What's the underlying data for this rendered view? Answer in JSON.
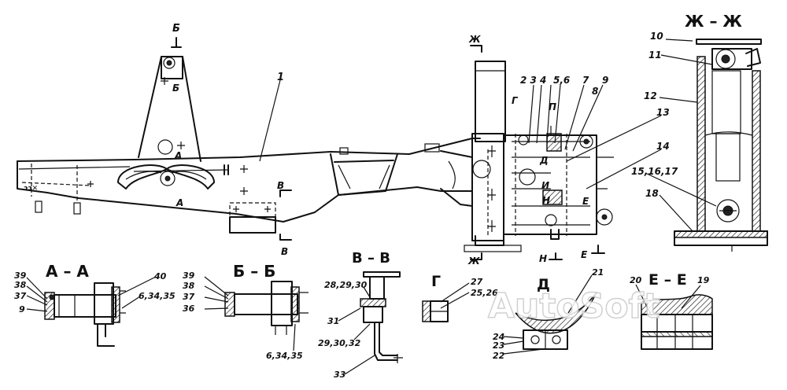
{
  "watermark": "AutoSoft",
  "section_titles": {
    "aa": "А – А",
    "bb": "Б – Б",
    "vv": "В – В",
    "g": "Г",
    "d": "Д",
    "ee": "Е – Е",
    "zhzh": "Ж – Ж"
  },
  "cut_marks": {
    "b_top": "Б",
    "b_mid": "Б",
    "a_top": "А",
    "a_bot": "А",
    "v_top": "В",
    "v_bot": "В",
    "zh_top": "Ж",
    "zh_bot": "Ж",
    "g": "Г",
    "p": "П",
    "d": "Д",
    "i": "И",
    "e_mid": "Е",
    "e_bot": "Е",
    "n_mid": "Н",
    "n_bot": "Н"
  },
  "callouts": {
    "c1": "1",
    "c234": "2 3 4",
    "c56": "5,6",
    "c7": "7",
    "c8": "8",
    "c9": "9",
    "c13": "13",
    "c14": "14",
    "c10": "10",
    "c11": "11",
    "c12": "12",
    "c151617": "15,16,17",
    "c18": "18",
    "aa39": "39",
    "aa38": "38",
    "aa37": "37",
    "aa9": "9",
    "aa40": "40",
    "aa63435": "6,34,35",
    "bb39": "39",
    "bb38": "38",
    "bb37": "37",
    "bb36": "36",
    "bb63435": "6,34,35",
    "vv282930": "28,29,30",
    "vv31": "31",
    "vv293032": "29,30,32",
    "vv33": "33",
    "g27": "27",
    "g2526": "25,26",
    "d21": "21",
    "d24": "24",
    "d23": "23",
    "d22": "22",
    "ee20": "20",
    "ee19": "19"
  }
}
